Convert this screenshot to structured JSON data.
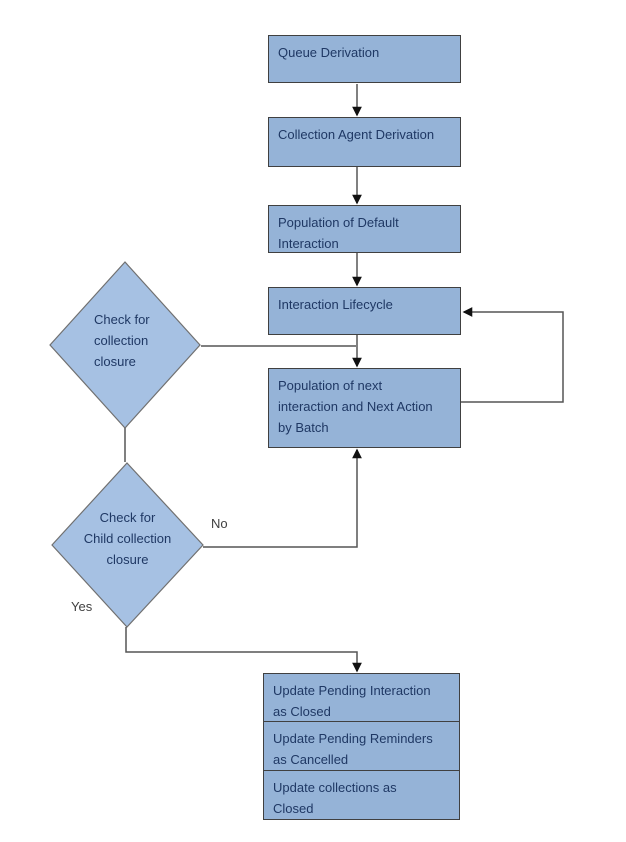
{
  "diagram": {
    "type": "flowchart",
    "colors": {
      "bg": "#ffffff",
      "box_fill": "#95B3D7",
      "box_border": "#404040",
      "diamond_fill": "#A6C1E3",
      "diamond_border": "#707070",
      "text": "#1F3864",
      "line": "#555555",
      "label": "#404040"
    },
    "nodes": [
      {
        "id": "queue",
        "shape": "rect",
        "lines": [
          "Queue Derivation"
        ]
      },
      {
        "id": "agent",
        "shape": "rect",
        "lines": [
          "Collection Agent Derivation"
        ]
      },
      {
        "id": "pop_default",
        "shape": "rect",
        "lines": [
          "Population of Default",
          "Interaction"
        ]
      },
      {
        "id": "lifecycle",
        "shape": "rect",
        "lines": [
          "Interaction Lifecycle"
        ]
      },
      {
        "id": "pop_next",
        "shape": "rect",
        "lines": [
          "Population of next",
          "interaction and Next Action",
          "by Batch"
        ]
      },
      {
        "id": "check_collection",
        "shape": "diamond",
        "lines": [
          "Check for",
          "collection",
          "closure"
        ]
      },
      {
        "id": "check_child",
        "shape": "diamond",
        "lines": [
          "Check for",
          "Child collection",
          "closure"
        ]
      },
      {
        "id": "upd_interaction",
        "shape": "rect",
        "lines": [
          "Update Pending Interaction",
          "as Closed"
        ]
      },
      {
        "id": "upd_reminders",
        "shape": "rect",
        "lines": [
          "Update Pending Reminders",
          "as Cancelled"
        ]
      },
      {
        "id": "upd_collections",
        "shape": "rect",
        "lines": [
          "Update collections as",
          "Closed"
        ]
      }
    ],
    "edge_labels": {
      "no": "No",
      "yes": "Yes"
    },
    "edges": [
      {
        "from": "queue",
        "to": "agent"
      },
      {
        "from": "agent",
        "to": "pop_default"
      },
      {
        "from": "pop_default",
        "to": "lifecycle"
      },
      {
        "from": "lifecycle",
        "to": "pop_next"
      },
      {
        "from": "check_collection",
        "to": "pop_next"
      },
      {
        "from": "pop_next",
        "to": "lifecycle",
        "note": "loop back"
      },
      {
        "from": "check_collection",
        "to": "check_child"
      },
      {
        "from": "check_child",
        "to": "pop_next",
        "label": "No"
      },
      {
        "from": "check_child",
        "to": "upd_interaction",
        "label": "Yes"
      }
    ]
  }
}
